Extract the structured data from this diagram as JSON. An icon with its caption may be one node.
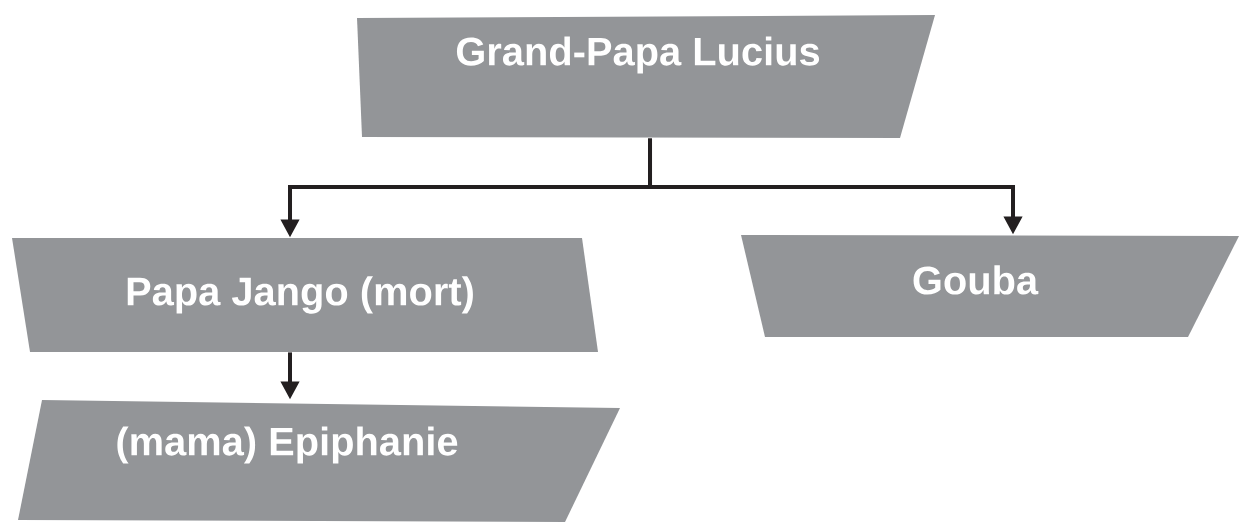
{
  "diagram": {
    "nodes": [
      {
        "text": [
          "Grand-Papa Lucius"
        ]
      },
      {
        "text": [
          "Papa Jango (mort)"
        ]
      },
      {
        "text": [
          "Gouba"
        ]
      },
      {
        "text": [
          "(mama) Epiphanie"
        ]
      }
    ],
    "edges": [
      {
        "from": 0,
        "to": 1,
        "arrow": "to"
      },
      {
        "from": 0,
        "to": 2,
        "arrow": "to"
      },
      {
        "from": 1,
        "to": 3,
        "arrow": "to"
      }
    ]
  }
}
